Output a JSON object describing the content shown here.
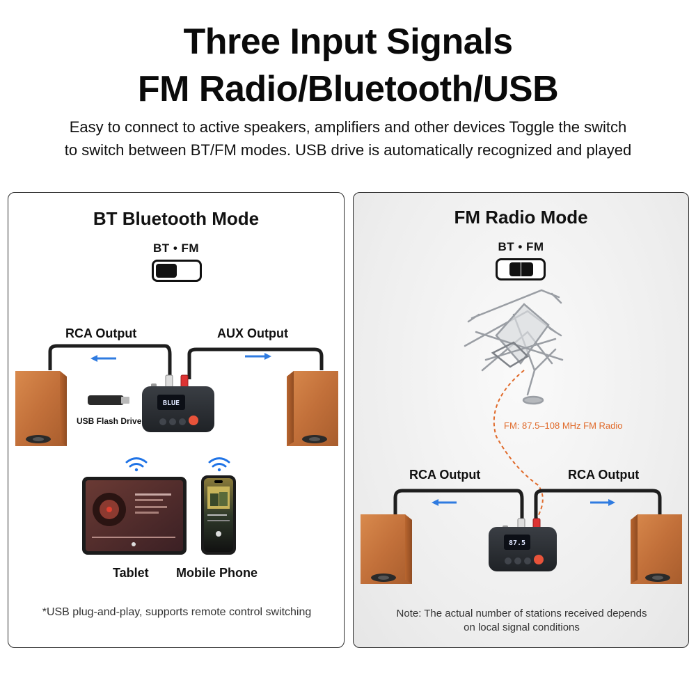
{
  "header": {
    "title_line1": "Three Input Signals",
    "title_line2": "FM Radio/Bluetooth/USB",
    "subtitle_line1": "Easy to connect to active speakers, amplifiers and other devices Toggle the switch",
    "subtitle_line2": "to switch between BT/FM modes. USB drive is automatically recognized and played"
  },
  "bt_panel": {
    "title": "BT Bluetooth Mode",
    "switch_label": "BT • FM",
    "switch_position": "BT",
    "rca_label": "RCA Output",
    "aux_label": "AUX Output",
    "usb_label": "USB Flash Drive",
    "display_text": "BLUE",
    "tablet_label": "Tablet",
    "phone_label": "Mobile Phone",
    "footnote": "*USB plug-and-play, supports remote control switching"
  },
  "fm_panel": {
    "title": "FM Radio Mode",
    "switch_label": "BT • FM",
    "switch_position": "FM",
    "rca_left_label": "RCA Output",
    "rca_right_label": "RCA Output",
    "fm_range": "FM: 87.5–108 MHz FM Radio",
    "display_text": "87.5",
    "note_line1": "Note: The actual number of stations received depends",
    "note_line2": "on local signal conditions"
  },
  "colors": {
    "arrow_blue": "#2f7be0",
    "wifi_blue": "#1f73e6",
    "fm_orange": "#e06a2a",
    "speaker_wood": "#c8773e",
    "device_body": "#2b2e33",
    "play_button": "#e8533a"
  },
  "icons": [
    "wifi-icon",
    "arrow-left-icon",
    "arrow-right-icon",
    "usb-drive-icon",
    "antenna-icon",
    "speaker-icon"
  ]
}
